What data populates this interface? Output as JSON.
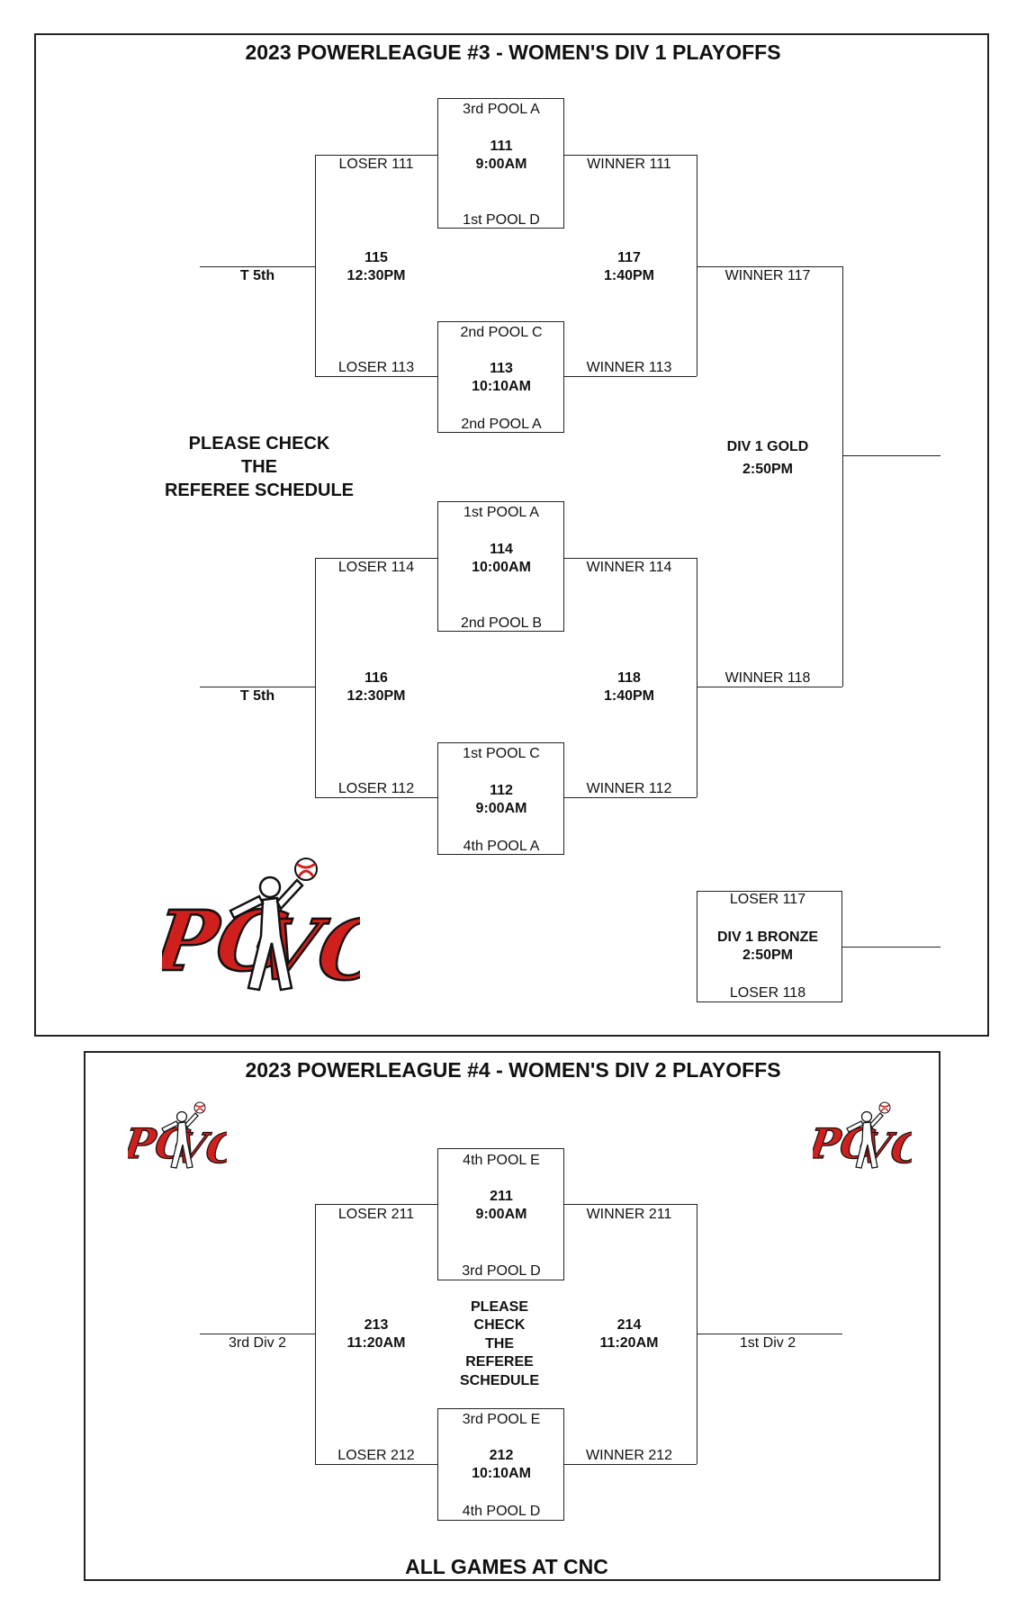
{
  "div1": {
    "title": "2023 POWERLEAGUE #3 - WOMEN'S DIV 1 PLAYOFFS",
    "m111": {
      "top": "3rd POOL A",
      "num": "111",
      "time": "9:00AM",
      "bottom": "1st POOL D"
    },
    "m113": {
      "top": "2nd POOL C",
      "num": "113",
      "time": "10:10AM",
      "bottom": "2nd POOL A"
    },
    "m114": {
      "top": "1st POOL A",
      "num": "114",
      "time": "10:00AM",
      "bottom": "2nd POOL B"
    },
    "m112": {
      "top": "1st POOL C",
      "num": "112",
      "time": "9:00AM",
      "bottom": "4th POOL A"
    },
    "m115": {
      "num": "115",
      "time": "12:30PM",
      "loser_top": "LOSER 111",
      "loser_bottom": "LOSER 113",
      "result": "T 5th"
    },
    "m116": {
      "num": "116",
      "time": "12:30PM",
      "loser_top": "LOSER 114",
      "loser_bottom": "LOSER 112",
      "result": "T 5th"
    },
    "m117": {
      "num": "117",
      "time": "1:40PM",
      "winner_top": "WINNER 111",
      "winner_bottom": "WINNER 113"
    },
    "m118": {
      "num": "118",
      "time": "1:40PM",
      "winner_top": "WINNER 114",
      "winner_bottom": "WINNER 112"
    },
    "gold": {
      "label": "DIV 1 GOLD",
      "time": "2:50PM",
      "top": "WINNER  117",
      "bottom": "WINNER 118"
    },
    "bronze": {
      "top": "LOSER  117",
      "label": "DIV 1 BRONZE",
      "time": "2:50PM",
      "bottom": "LOSER 118"
    },
    "note": [
      "PLEASE CHECK",
      "THE",
      "REFEREE SCHEDULE"
    ],
    "logo_text": "PGVC"
  },
  "div2": {
    "title": "2023 POWERLEAGUE #4 - WOMEN'S DIV 2 PLAYOFFS",
    "m211": {
      "top": "4th POOL E",
      "num": "211",
      "time": "9:00AM",
      "bottom": "3rd POOL D"
    },
    "m212": {
      "top": "3rd POOL E",
      "num": "212",
      "time": "10:10AM",
      "bottom": "4th POOL D"
    },
    "m213": {
      "num": "213",
      "time": "11:20AM",
      "loser_top": "LOSER 211",
      "loser_bottom": "LOSER 212",
      "result": "3rd Div 2"
    },
    "m214": {
      "num": "214",
      "time": "11:20AM",
      "winner_top": "WINNER 211",
      "winner_bottom": "WINNER 212",
      "result": "1st Div 2"
    },
    "note": [
      "PLEASE",
      "CHECK",
      "THE",
      "REFEREE",
      "SCHEDULE"
    ],
    "footer": "ALL GAMES AT CNC",
    "logo_text": "PGVC"
  },
  "colors": {
    "logo_red": "#d0201e",
    "line": "#222222"
  }
}
